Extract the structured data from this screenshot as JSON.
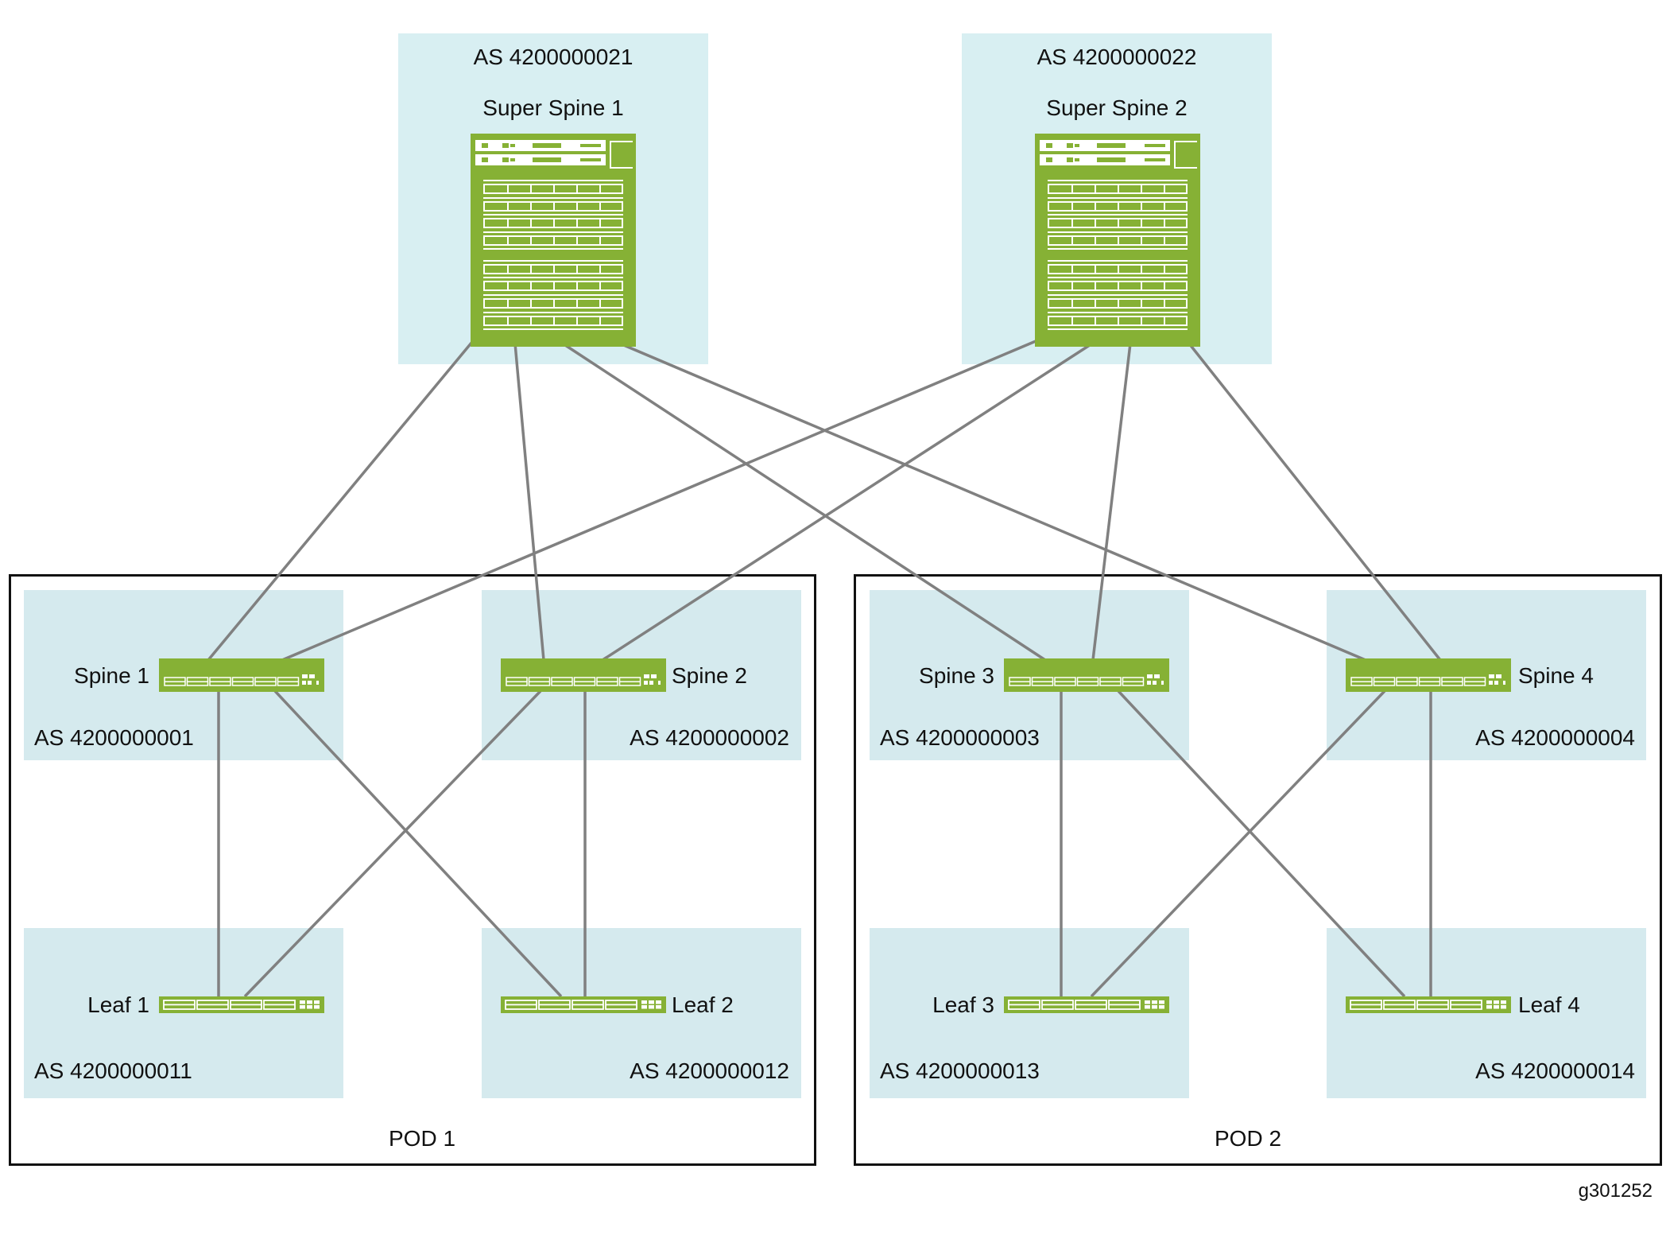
{
  "diagram": {
    "super_spines": [
      {
        "name": "Super Spine 1",
        "as": "AS 4200000021"
      },
      {
        "name": "Super Spine 2",
        "as": "AS 4200000022"
      }
    ],
    "pods": [
      {
        "label": "POD 1",
        "spines": [
          {
            "name": "Spine 1",
            "as": "AS 4200000001"
          },
          {
            "name": "Spine 2",
            "as": "AS 4200000002"
          }
        ],
        "leaves": [
          {
            "name": "Leaf 1",
            "as": "AS 4200000011"
          },
          {
            "name": "Leaf 2",
            "as": "AS 4200000012"
          }
        ]
      },
      {
        "label": "POD 2",
        "spines": [
          {
            "name": "Spine 3",
            "as": "AS 4200000003"
          },
          {
            "name": "Spine 4",
            "as": "AS 4200000004"
          }
        ],
        "leaves": [
          {
            "name": "Leaf 3",
            "as": "AS 4200000013"
          },
          {
            "name": "Leaf 4",
            "as": "AS 4200000014"
          }
        ]
      }
    ],
    "links": [
      [
        "Super Spine 1",
        "Spine 1"
      ],
      [
        "Super Spine 1",
        "Spine 2"
      ],
      [
        "Super Spine 1",
        "Spine 3"
      ],
      [
        "Super Spine 1",
        "Spine 4"
      ],
      [
        "Super Spine 2",
        "Spine 1"
      ],
      [
        "Super Spine 2",
        "Spine 2"
      ],
      [
        "Super Spine 2",
        "Spine 3"
      ],
      [
        "Super Spine 2",
        "Spine 4"
      ],
      [
        "Spine 1",
        "Leaf 1"
      ],
      [
        "Spine 1",
        "Leaf 2"
      ],
      [
        "Spine 2",
        "Leaf 1"
      ],
      [
        "Spine 2",
        "Leaf 2"
      ],
      [
        "Spine 3",
        "Leaf 3"
      ],
      [
        "Spine 3",
        "Leaf 4"
      ],
      [
        "Spine 4",
        "Leaf 3"
      ],
      [
        "Spine 4",
        "Leaf 4"
      ]
    ],
    "colors": {
      "device": "#86b135",
      "zone": "#d5eaee",
      "link": "#808080",
      "border": "#111111"
    },
    "figure_id": "g301252"
  }
}
